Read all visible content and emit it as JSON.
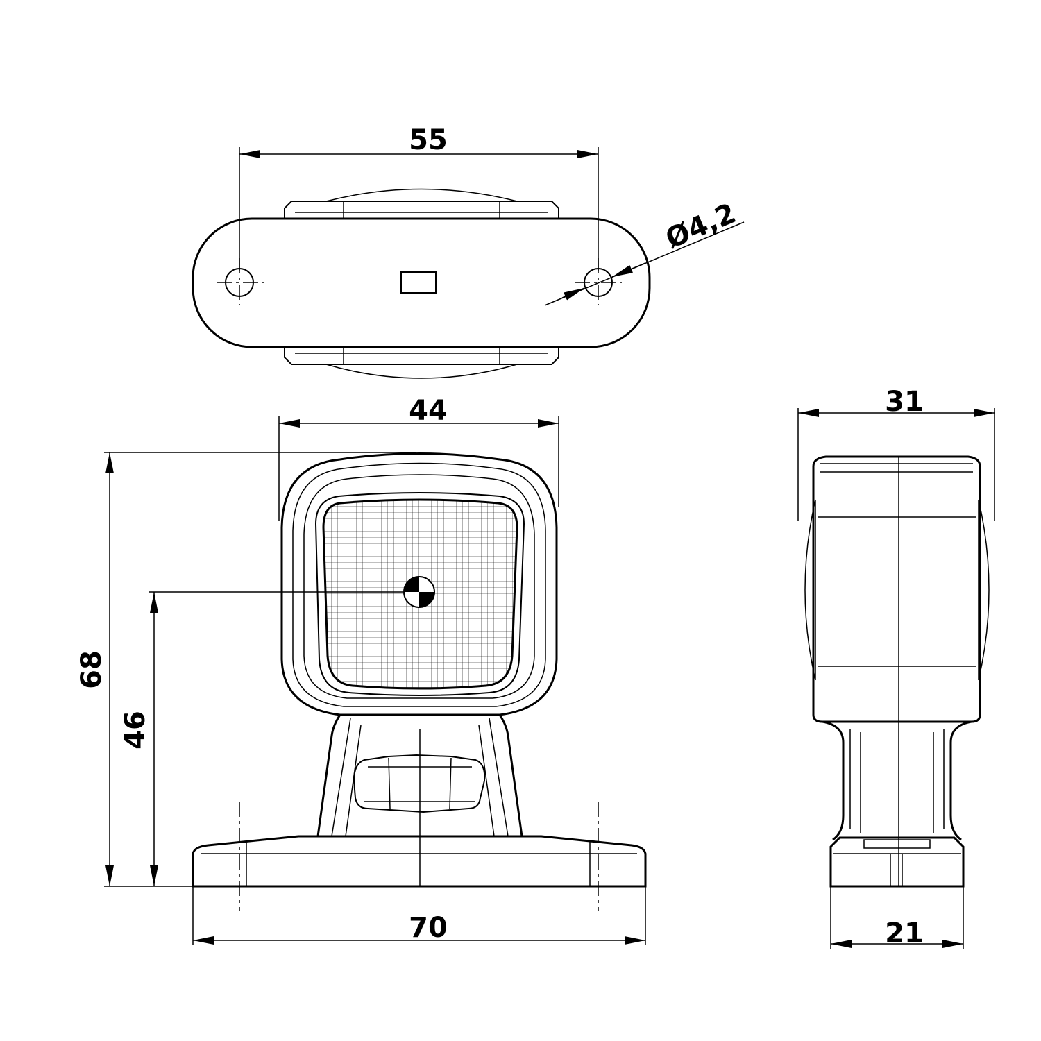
{
  "diagram": {
    "dimensions": {
      "top_hole_spacing": "55",
      "hole_diameter": "Ø4,2",
      "head_width": "44",
      "total_height": "68",
      "center_height": "46",
      "base_width": "70",
      "side_depth": "31",
      "side_base_depth": "21"
    },
    "colors": {
      "line": "#000000",
      "background": "#ffffff"
    }
  }
}
